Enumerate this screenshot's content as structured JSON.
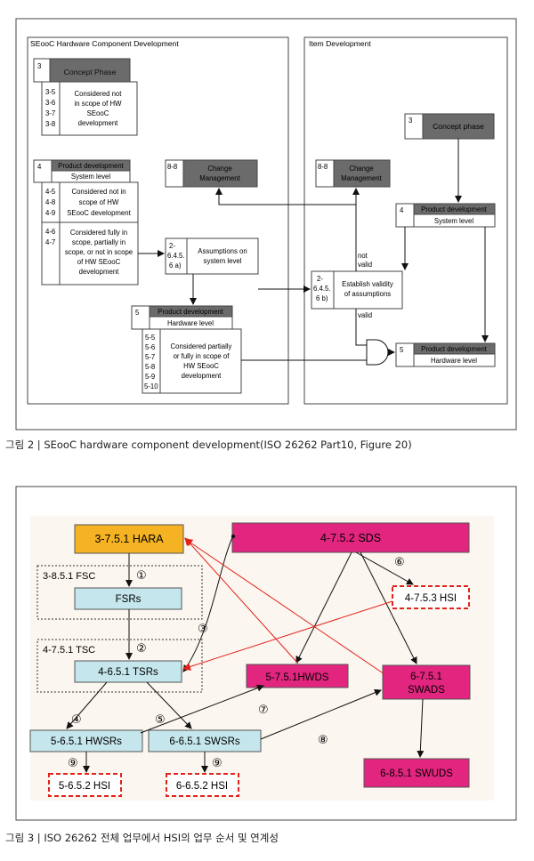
{
  "figure2": {
    "left_panel_title": "SEooC Hardware Component Development",
    "right_panel_title": "Item Development",
    "concept": {
      "num": "3",
      "title": "Concept Phase",
      "nums": [
        "3-5",
        "3-6",
        "3-7",
        "3-8"
      ],
      "text": [
        "Considered not",
        "in scope of HW",
        "SEooC",
        "development"
      ]
    },
    "product_sys": {
      "num": "4",
      "title": "Product development",
      "subtitle": "System level",
      "nums_a": [
        "4-5",
        "4-8",
        "4-9"
      ],
      "text_a": [
        "Considered not in",
        "scope of HW",
        "SEooC development"
      ],
      "nums_b": [
        "4-6",
        "4-7"
      ],
      "text_b": [
        "Considered fully in",
        "scope, partially in",
        "scope, or not in scope",
        "of HW SEooC",
        "development"
      ]
    },
    "change_left": {
      "num": "8-8",
      "title": [
        "Change",
        "Management"
      ]
    },
    "assumptions": {
      "num": [
        "2-",
        "6.4.5.",
        "6 a)"
      ],
      "title": [
        "Assumptions on",
        "system level"
      ]
    },
    "hw_left": {
      "num": "5",
      "title": "Product development",
      "subtitle": "Hardware level",
      "nums": [
        "5-5",
        "5-6",
        "5-7",
        "5-8",
        "5-9",
        "5-10"
      ],
      "text": [
        "Considered partially",
        "or fully in scope of",
        "HW SEooC",
        "development"
      ]
    },
    "change_right": {
      "num": "8-8",
      "title": [
        "Change",
        "Management"
      ]
    },
    "concept_right": {
      "num": "3",
      "title": "Concept phase"
    },
    "product_right": {
      "num": "4",
      "title": "Product development",
      "subtitle": "System level"
    },
    "establish": {
      "num": [
        "2-",
        "6.4.5.",
        "6 b)"
      ],
      "title": [
        "Establish validity",
        "of assumptions"
      ]
    },
    "hw_right": {
      "num": "5",
      "title": "Product development",
      "subtitle": "Hardware level"
    },
    "not_valid": [
      "not",
      "valid"
    ],
    "valid": "valid",
    "caption": "그림 2 |  SEooC hardware component development(ISO 26262 Part10, Figure 20)"
  },
  "figure3": {
    "hara": "3-7.5.1 HARA",
    "sds": "4-7.5.2 SDS",
    "fsc_label": "3-8.5.1 FSC",
    "fsrs": "FSRs",
    "tsc_label": "4-7.5.1 TSC",
    "tsrs": "4-6.5.1 TSRs",
    "hsi_473": "4-7.5.3 HSI",
    "hwds": "5-7.5.1HWDS",
    "swads": [
      "6-7.5.1",
      "SWADS"
    ],
    "hwsrs": "5-6.5.1 HWSRs",
    "swsrs": "6-6.5.1 SWSRs",
    "hsi_562": "5-6.5.2 HSI",
    "hsi_652": "6-6.5.2 HSI",
    "swuds": "6-8.5.1 SWUDS",
    "steps": [
      "①",
      "②",
      "③",
      "④",
      "⑤",
      "⑥",
      "⑦",
      "⑧",
      "⑨",
      "⑨"
    ],
    "caption": "그림 3 |  ISO 26262 전체 업무에서 HSI의 업무 순서 및 연계성",
    "colors": {
      "orange": "#f5b324",
      "magenta": "#e2257f",
      "cyan": "#c4e6ec",
      "red": "#e2231a",
      "panel_bg": "#fbf6f0",
      "dark_header": "#6b6b6b"
    }
  }
}
